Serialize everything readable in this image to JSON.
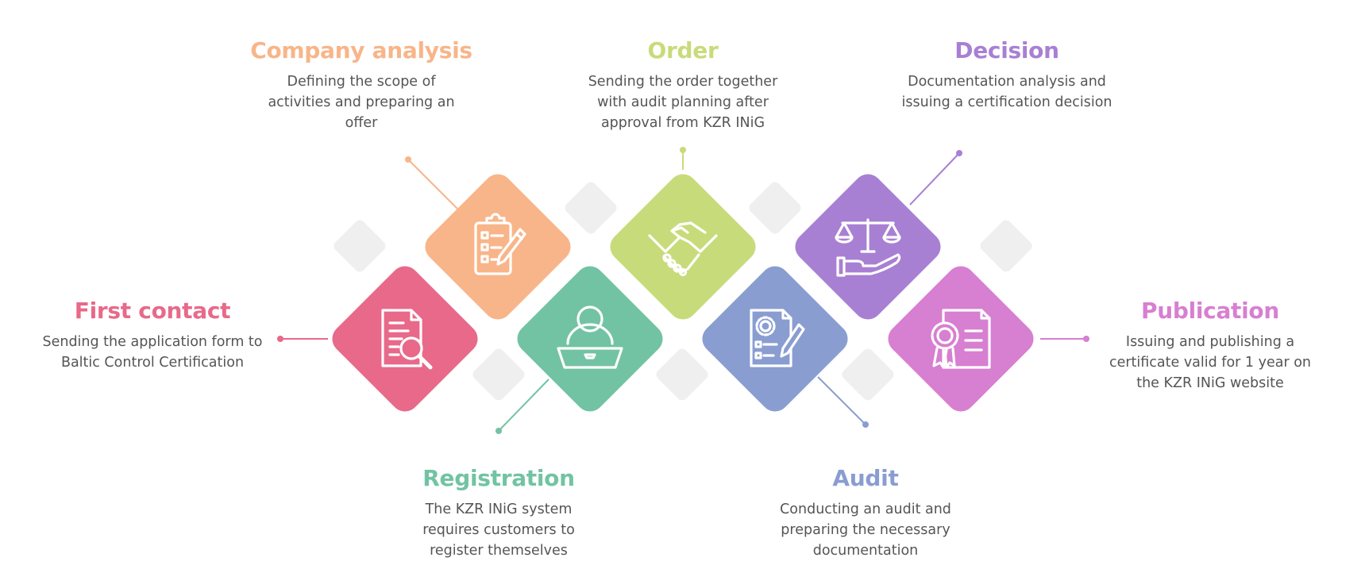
{
  "steps": [
    {
      "id": "first-contact",
      "title": "First contact",
      "description": "Sending the application form to Baltic Control Certification",
      "color": "#E8698A",
      "icon": "document-search-icon"
    },
    {
      "id": "company-analysis",
      "title": "Company analysis",
      "description": "Defining the scope of activities and preparing an offer",
      "color": "#F8B589",
      "icon": "clipboard-checklist-icon"
    },
    {
      "id": "registration",
      "title": "Registration",
      "description": "The KZR INiG system requires customers to register themselves",
      "color": "#72C3A3",
      "icon": "user-laptop-icon"
    },
    {
      "id": "order",
      "title": "Order",
      "description": "Sending the order together with audit planning after approval from KZR INiG",
      "color": "#C8DB7B",
      "icon": "handshake-icon"
    },
    {
      "id": "audit",
      "title": "Audit",
      "description": "Conducting an audit and preparing the necessary documentation",
      "color": "#8A9DD1",
      "icon": "document-gear-pen-icon"
    },
    {
      "id": "decision",
      "title": "Decision",
      "description": "Documentation analysis and issuing a certification decision",
      "color": "#A880D3",
      "icon": "scales-hand-icon"
    },
    {
      "id": "publication",
      "title": "Publication",
      "description": "Issuing and publishing a certificate valid for 1 year on the KZR INiG website",
      "color": "#D77FD1",
      "icon": "certificate-icon"
    }
  ],
  "colors": {
    "background": "#FFFFFF",
    "decor_tile": "#EFEFEF",
    "body_text": "#555555"
  }
}
